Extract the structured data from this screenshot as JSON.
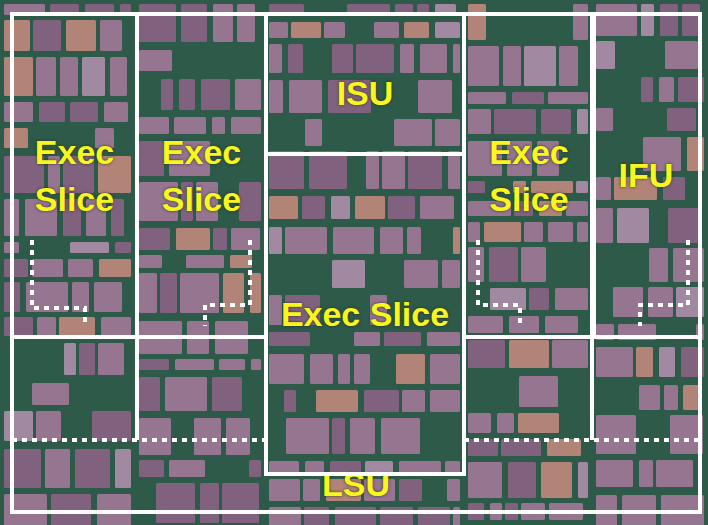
{
  "diagram": {
    "nodes": [
      {
        "text": [
          "Exec Slice"
        ]
      },
      {
        "text": [
          "Exec Slice"
        ]
      },
      {
        "text": [
          "ISU"
        ]
      },
      {
        "text": [
          "Exec Slice"
        ]
      },
      {
        "text": [
          "Exec Slice"
        ]
      },
      {
        "text": [
          "IFU"
        ]
      },
      {
        "text": [
          "LSU"
        ]
      }
    ]
  }
}
